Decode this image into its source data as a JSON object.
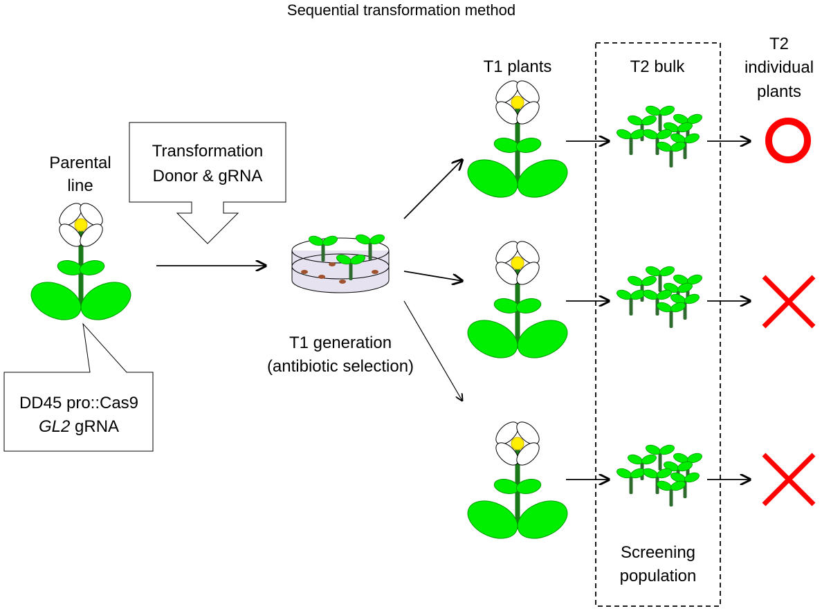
{
  "title": "Sequential transformation method",
  "parental": {
    "label_line1": "Parental",
    "label_line2": "line",
    "callout_line1": "DD45 pro::Cas9",
    "callout_line2_italic": "GL2",
    "callout_line2_rest": " gRNA"
  },
  "transformation_box": {
    "line1": "Transformation",
    "line2": "Donor & gRNA"
  },
  "t1_generation": {
    "line1": "T1 generation",
    "line2": "(antibiotic selection)"
  },
  "columns": {
    "t1_plants": "T1 plants",
    "t2_bulk": "T2 bulk",
    "t2_individual_line1": "T2",
    "t2_individual_line2": "individual",
    "t2_individual_line3": "plants"
  },
  "screening": {
    "line1": "Screening",
    "line2": "population"
  },
  "results": [
    {
      "row": 1,
      "symbol": "circle",
      "meaning": "positive"
    },
    {
      "row": 2,
      "symbol": "cross",
      "meaning": "negative"
    },
    {
      "row": 3,
      "symbol": "cross",
      "meaning": "negative"
    }
  ],
  "colors": {
    "leaf": "#00ee00",
    "leaf_stroke": "#009900",
    "stem": "#1a7a1a",
    "seedling_stem": "#2f6b2f",
    "flower_center": "#ffee00",
    "result_red": "#ff0000",
    "dish_media": "#e6e2f0",
    "seed": "#a0522d"
  }
}
